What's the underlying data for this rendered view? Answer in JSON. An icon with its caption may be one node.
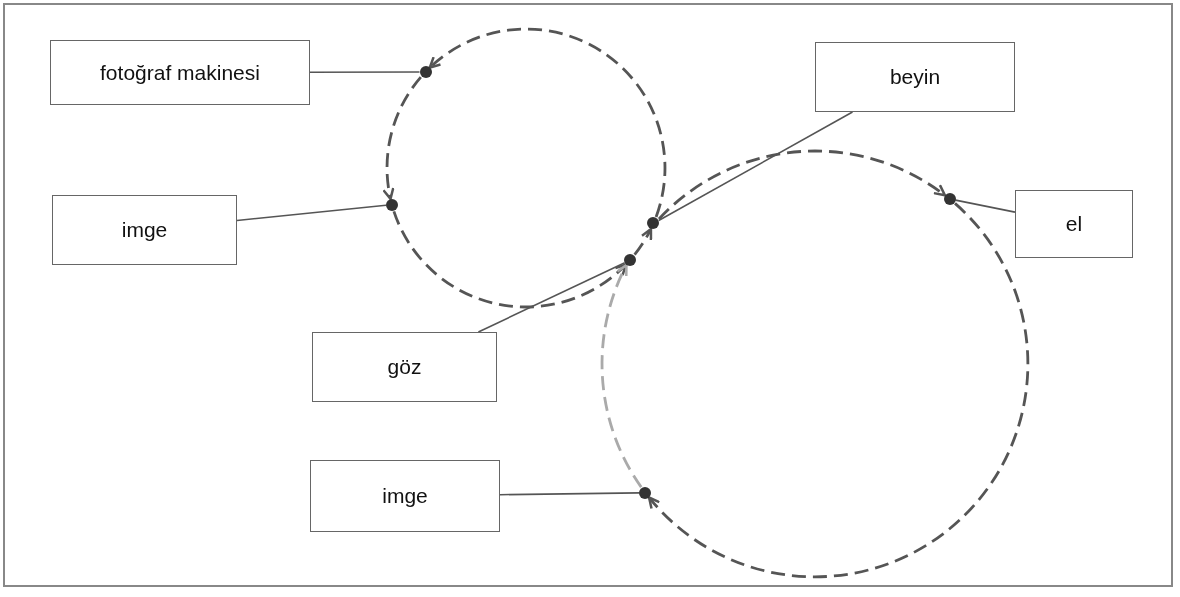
{
  "diagram": {
    "nodes": [
      {
        "text": [
          "fotoğraf makinesi"
        ]
      },
      {
        "text": [
          "beyin"
        ]
      },
      {
        "text": [
          "imge"
        ]
      },
      {
        "text": [
          "el"
        ]
      },
      {
        "text": [
          "göz"
        ]
      },
      {
        "text": [
          "imge"
        ]
      },
      {
        "text": [],
        "shape": "circle"
      },
      {
        "text": [],
        "shape": "circle"
      },
      {
        "text": [],
        "shape": "circle"
      },
      {
        "text": [],
        "shape": "circle"
      },
      {
        "text": [],
        "shape": "circle"
      },
      {
        "text": [],
        "shape": "circle"
      }
    ],
    "edges": [
      {
        "from": 0,
        "to": 6,
        "arrow": "none"
      },
      {
        "from": 1,
        "to": 9,
        "arrow": "none"
      },
      {
        "from": 2,
        "to": 8,
        "arrow": "none"
      },
      {
        "from": 3,
        "to": 7,
        "arrow": "none"
      },
      {
        "from": 4,
        "to": 10,
        "arrow": "none"
      },
      {
        "from": 5,
        "to": 11,
        "arrow": "none"
      },
      {
        "from": 6,
        "to": 8,
        "arrow": "to",
        "style": "dashed"
      },
      {
        "from": 8,
        "to": 10,
        "arrow": "to",
        "style": "dashed"
      },
      {
        "from": 10,
        "to": 9,
        "arrow": "to",
        "style": "dashed"
      },
      {
        "from": 9,
        "to": 6,
        "arrow": "to",
        "style": "dashed"
      },
      {
        "from": 9,
        "to": 7,
        "arrow": "to",
        "style": "dashed"
      },
      {
        "from": 7,
        "to": 11,
        "arrow": "to",
        "style": "dashed"
      },
      {
        "from": 11,
        "to": 10,
        "arrow": "to",
        "style": "dashed",
        "color": "#aaaaaa"
      }
    ]
  }
}
